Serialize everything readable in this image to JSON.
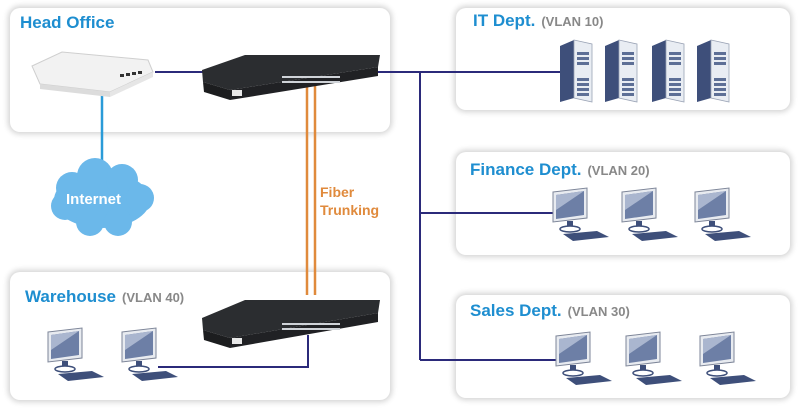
{
  "head_office": {
    "title": "Head Office"
  },
  "it_dept": {
    "title": "IT Dept.",
    "vlan": "(VLAN 10)",
    "device_count": 4
  },
  "finance_dept": {
    "title": "Finance Dept.",
    "vlan": "(VLAN 20)",
    "device_count": 3
  },
  "sales_dept": {
    "title": "Sales Dept.",
    "vlan": "(VLAN 30)",
    "device_count": 3
  },
  "warehouse": {
    "title": "Warehouse",
    "vlan": "(VLAN 40)",
    "device_count": 2
  },
  "internet": {
    "label": "Internet"
  },
  "trunk": {
    "line1": "Fiber",
    "line2": "Trunking"
  },
  "colors": {
    "title_blue": "#1e8ed0",
    "vlan_gray": "#888888",
    "lan_line": "#2b2a7a",
    "fiber": "#e08a3c",
    "internet_line": "#2a9bd8",
    "cloud": "#6bb8ea"
  }
}
